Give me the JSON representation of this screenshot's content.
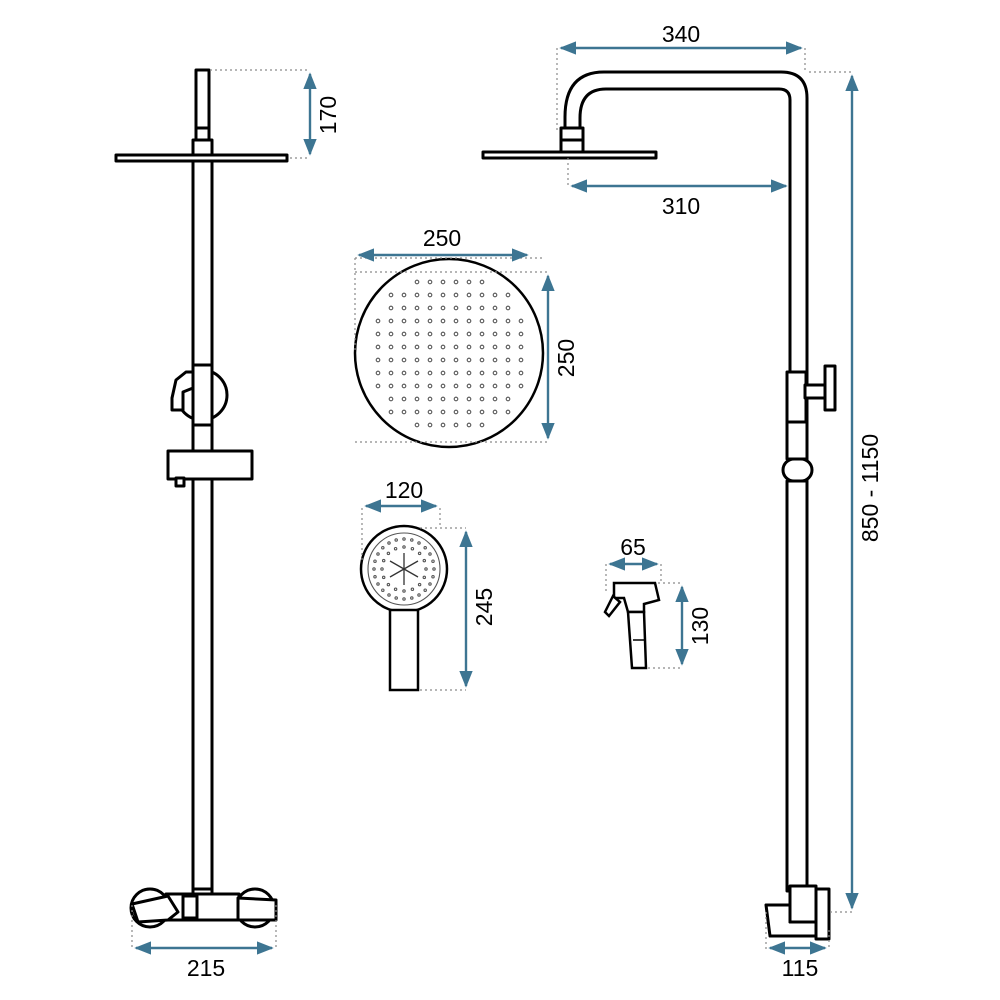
{
  "dimensions": {
    "left_head_height": "170",
    "left_base_width": "215",
    "arm_top_length": "340",
    "arm_reach": "310",
    "head_width": "250",
    "head_height": "250",
    "hand_width": "120",
    "hand_length": "245",
    "bidet_width": "65",
    "bidet_height": "130",
    "column_height": "850 - 1150",
    "right_base_width": "115"
  },
  "colors": {
    "dimension_line": "#3d7592",
    "outline": "#000000",
    "guide": "#8a8a8a"
  }
}
